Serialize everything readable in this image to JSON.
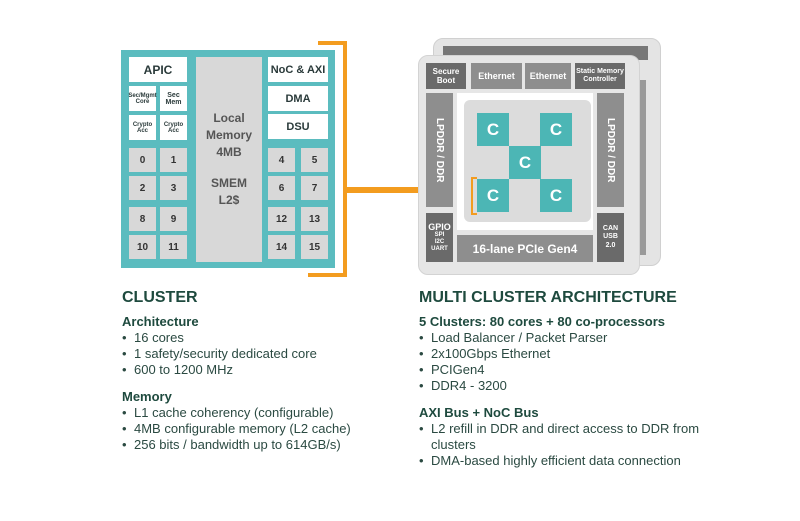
{
  "cluster_diagram": {
    "apic": "APIC",
    "sec_mgmt_core": "Sec/Mgmt Core",
    "sec_mem": "Sec Mem",
    "crypto_acc_1": "Crypto Acc",
    "crypto_acc_2": "Crypto Acc",
    "local_memory": "Local Memory 4MB",
    "smem": "SMEM L2$",
    "noc_axi": "NoC & AXI",
    "dma": "DMA",
    "dsu": "DSU",
    "cores": [
      "0",
      "1",
      "2",
      "3",
      "8",
      "9",
      "10",
      "11",
      "4",
      "5",
      "6",
      "7",
      "12",
      "13",
      "14",
      "15"
    ]
  },
  "soc_diagram": {
    "secure_boot": "Secure Boot",
    "ethernet_1": "Ethernet",
    "ethernet_2": "Ethernet",
    "static_memory": "Static Memory Controller",
    "lpddr_left": "LPDDR / DDR",
    "lpddr_right": "LPDDR / DDR",
    "cluster_label": "C",
    "gpio": "GPIO",
    "gpio_sub": "SPI I2C UART",
    "pcie": "16-lane PCIe Gen4",
    "can": "CAN USB 2.0"
  },
  "colors": {
    "teal": "#5bbcbf",
    "orange": "#f39c1f",
    "heading": "#1e4a3e"
  },
  "cluster_text": {
    "title": "CLUSTER",
    "sections": [
      {
        "heading": "Architecture",
        "bullets": [
          "16 cores",
          "1 safety/security dedicated core",
          "600 to 1200 MHz"
        ]
      },
      {
        "heading": "Memory",
        "bullets": [
          "L1 cache coherency (configurable)",
          "4MB configurable memory (L2 cache)",
          "256 bits / bandwidth up to 614GB/s)"
        ]
      }
    ]
  },
  "multi_text": {
    "title": "MULTI CLUSTER ARCHITECTURE",
    "sections": [
      {
        "heading": "5 Clusters: 80 cores + 80 co-processors",
        "bullets": [
          "Load Balancer / Packet Parser",
          "2x100Gbps Ethernet",
          "PCIGen4",
          "DDR4 - 3200"
        ]
      },
      {
        "heading": "AXI Bus + NoC Bus",
        "bullets": [
          "L2 refill in DDR and direct access to DDR from clusters",
          "DMA-based highly efficient data connection"
        ]
      }
    ]
  }
}
